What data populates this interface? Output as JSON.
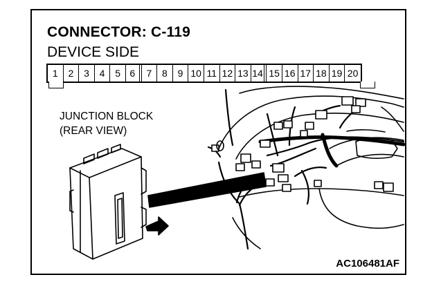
{
  "title": "CONNECTOR: C-119",
  "subtitle": "DEVICE SIDE",
  "connector": {
    "pins": [
      "1",
      "2",
      "3",
      "4",
      "5",
      "6",
      "7",
      "8",
      "9",
      "10",
      "11",
      "12",
      "13",
      "14",
      "15",
      "16",
      "17",
      "18",
      "19",
      "20"
    ]
  },
  "junction_block": {
    "label_line1": "JUNCTION BLOCK",
    "label_line2": "(REAR VIEW)"
  },
  "figure_id": "AC106481AF"
}
